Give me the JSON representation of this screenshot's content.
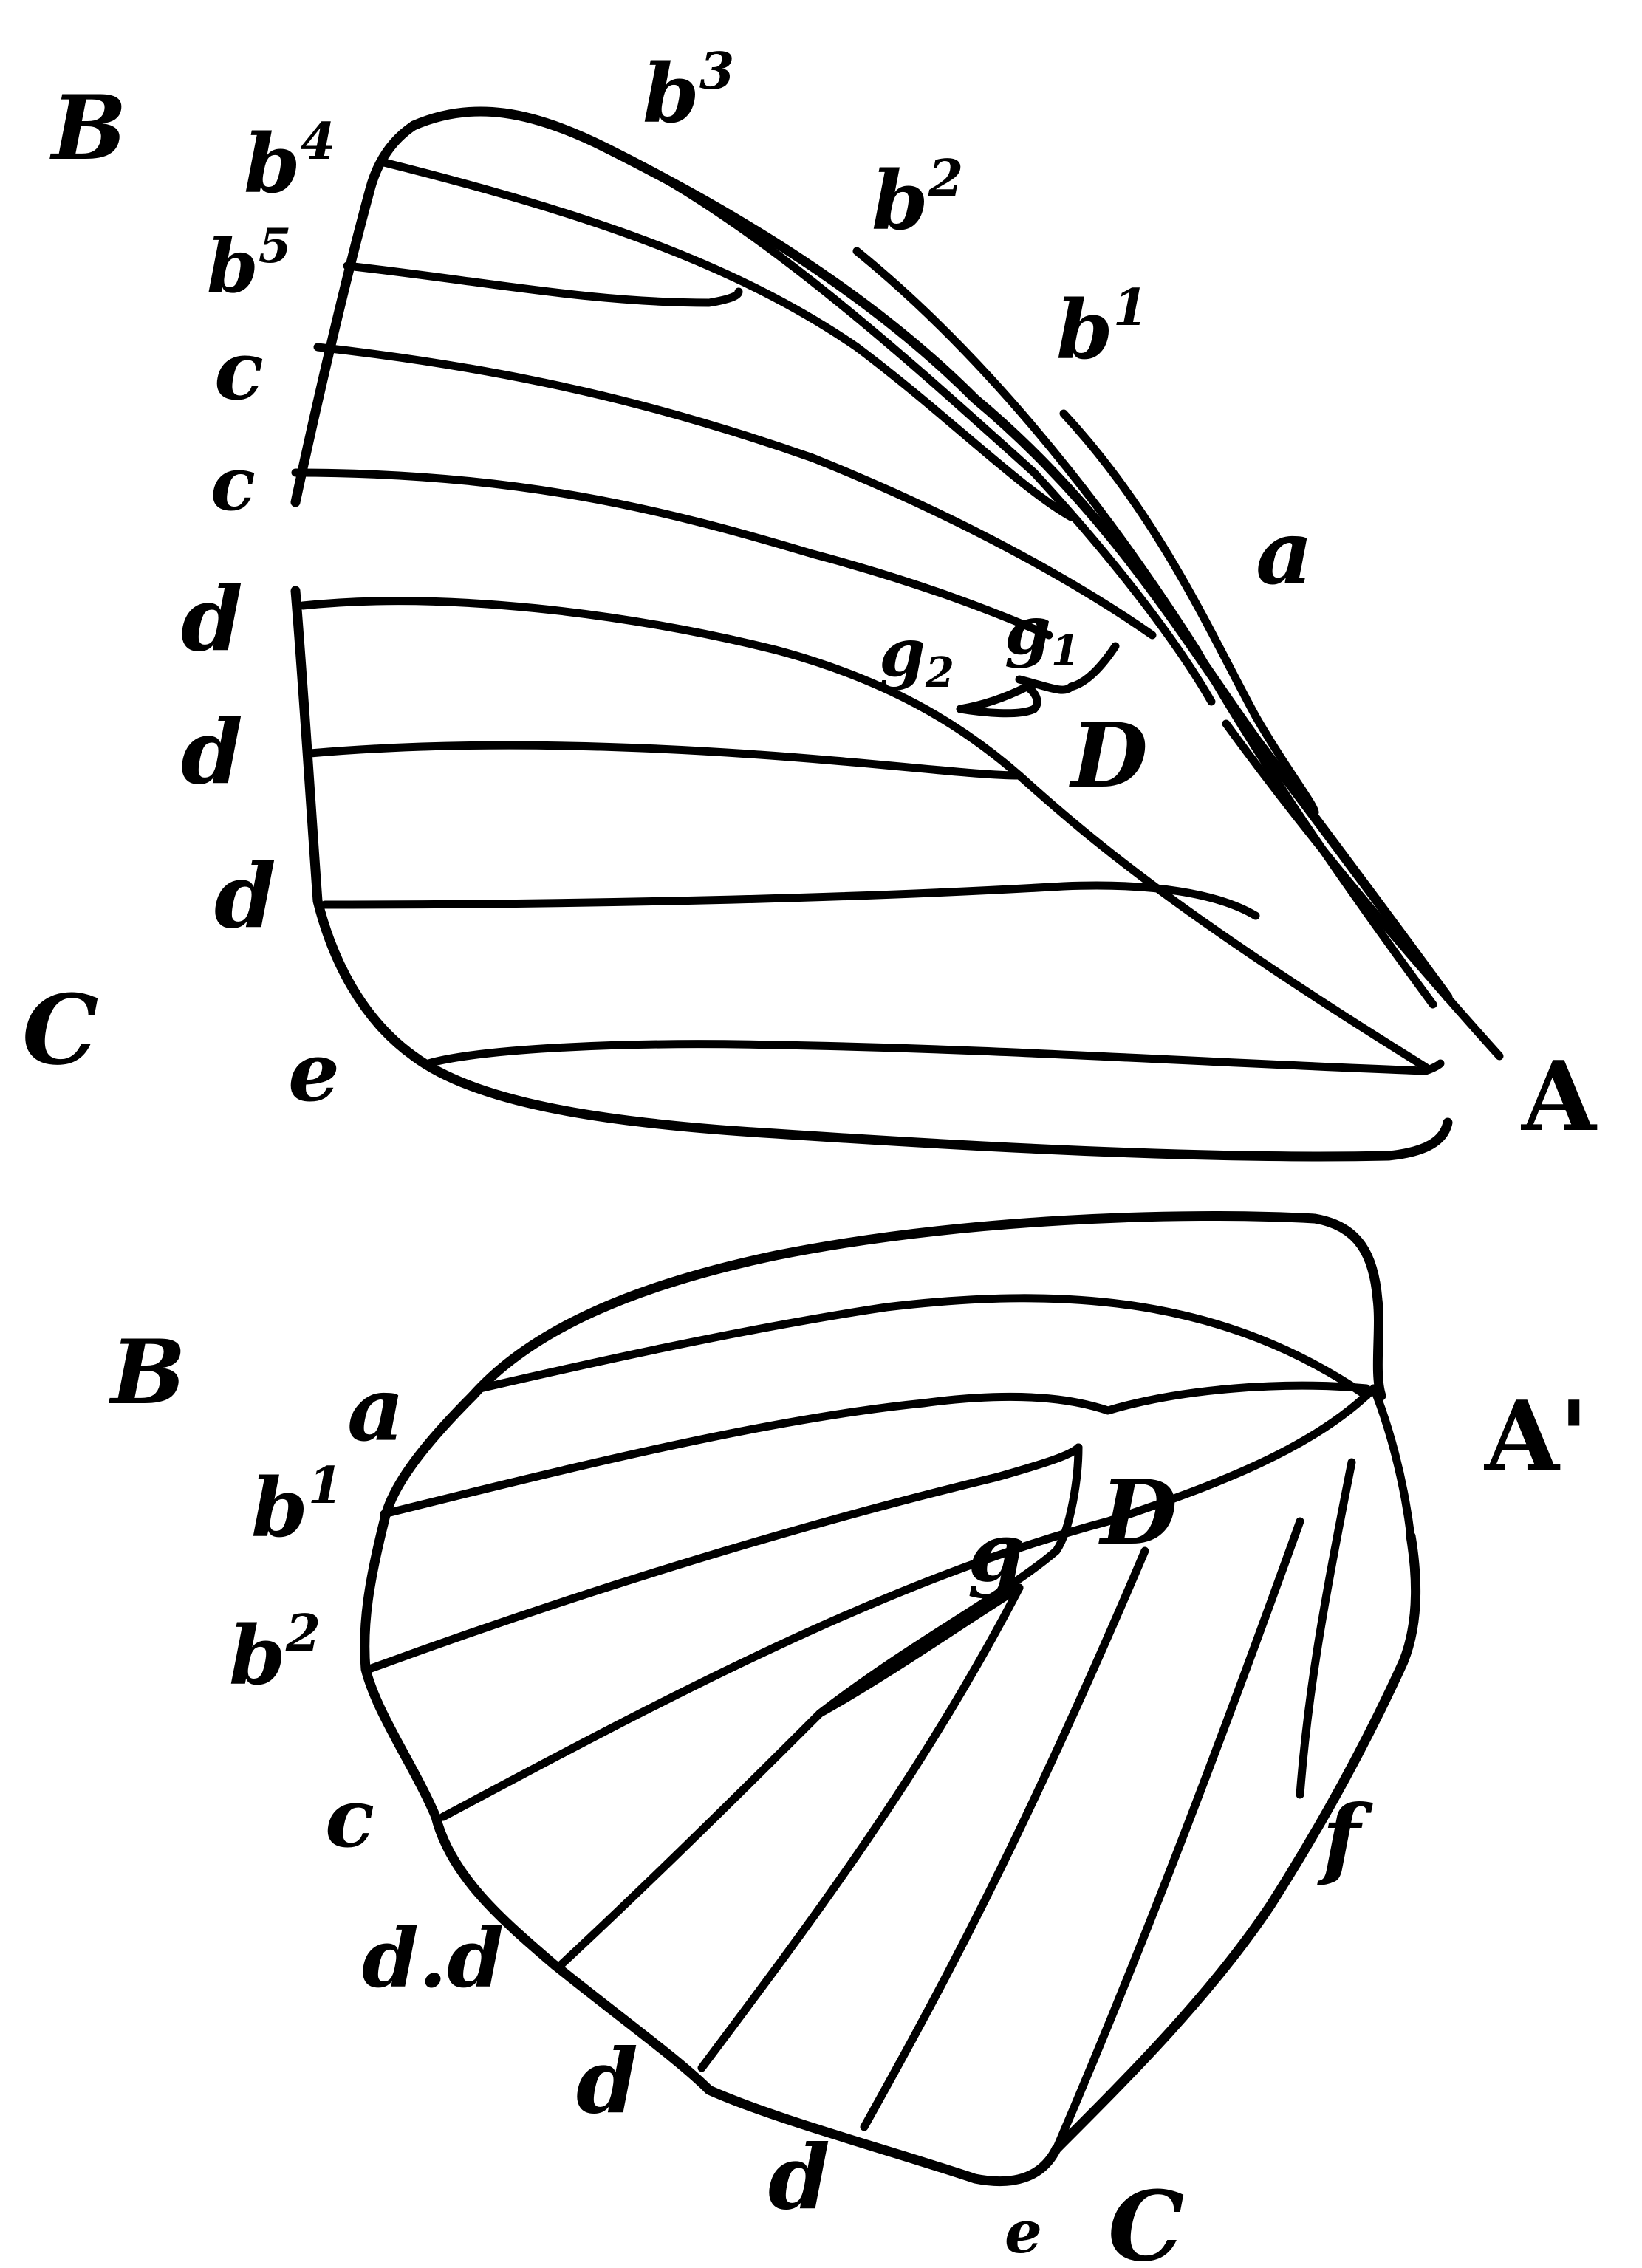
{
  "forewing": {
    "corners": {
      "base": "A",
      "apex": "B",
      "tornus": "C"
    },
    "veins": {
      "costal": "a",
      "subcostal_1": "b",
      "subcostal_2": "b",
      "subcostal_3": "b",
      "subcostal_4": "b",
      "subcostal_5": "b",
      "radial_upper": "c",
      "radial_lower": "c",
      "median_1": "d",
      "median_2": "d",
      "median_3": "d",
      "submedian": "e"
    },
    "superscripts": {
      "subcostal_1": "1",
      "subcostal_2": "2",
      "subcostal_3": "3",
      "subcostal_4": "4",
      "subcostal_5": "5"
    },
    "discocellulars": {
      "upper": "g",
      "lower": "g",
      "upper_sub": "1",
      "lower_sub": "2"
    },
    "cell": "D"
  },
  "hindwing": {
    "corners": {
      "base": "A'",
      "apex": "B",
      "tornus": "C"
    },
    "veins": {
      "costal": "a",
      "subcostal_1": "b",
      "subcostal_2": "b",
      "radial": "c",
      "median_1": "d",
      "median_2": "d",
      "median_3": "d",
      "submedian": "e",
      "internal": "f"
    },
    "median_1_prefix": "d.",
    "superscripts": {
      "subcostal_1": "1",
      "subcostal_2": "2"
    },
    "discocellular": "g",
    "cell": "D"
  },
  "icons": {
    "forewing": "forewing-venation-icon",
    "hindwing": "hindwing-venation-icon"
  }
}
